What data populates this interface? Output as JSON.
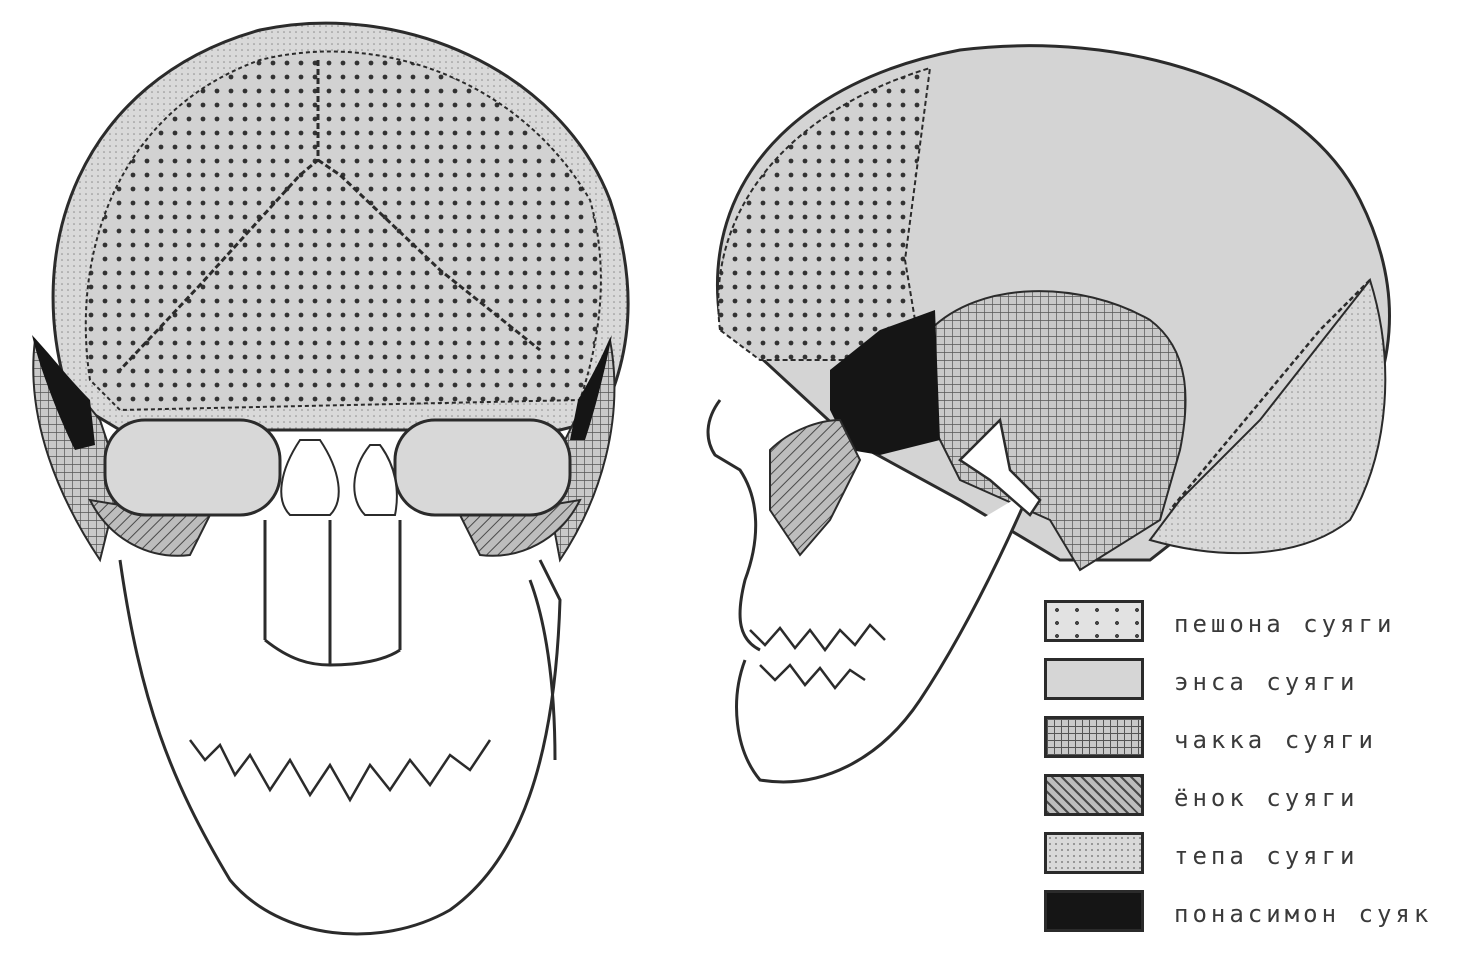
{
  "figure": {
    "views": [
      {
        "name": "front view"
      },
      {
        "name": "side view"
      }
    ]
  },
  "legend": {
    "items": [
      {
        "label": "пешона суяги",
        "pattern": "dots-sparse",
        "bone": "frontal"
      },
      {
        "label": "энса суяги",
        "pattern": "light-gray",
        "bone": "parietal"
      },
      {
        "label": "чакка суяги",
        "pattern": "grid",
        "bone": "temporal"
      },
      {
        "label": "ёнок суяги",
        "pattern": "diagonal-hatch",
        "bone": "zygomatic"
      },
      {
        "label": "тепа суяги",
        "pattern": "light-speckle",
        "bone": "occipital"
      },
      {
        "label": "понасимон суяк",
        "pattern": "solid-black",
        "bone": "sphenoid"
      }
    ]
  },
  "colors": {
    "outline": "#2b2b2b",
    "light_gray": "#d6d6d6",
    "mid_gray": "#b9b9b9",
    "solid": "#151515",
    "background": "#ffffff"
  }
}
